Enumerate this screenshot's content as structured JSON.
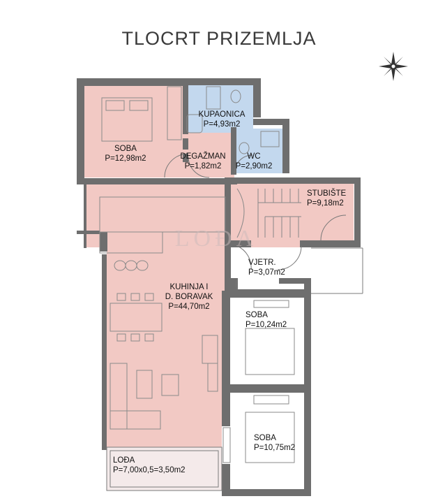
{
  "title": "TLOCRT PRIZEMLJA",
  "watermark": "LOĐA",
  "colors": {
    "wall": "#6e6e6e",
    "room_pink": "#f2c9c4",
    "bath_blue": "#c3d8ee",
    "outline": "#7a7a7a",
    "text": "#111111"
  },
  "rooms": {
    "soba1": {
      "name": "SOBA",
      "area": "P=12,98m2"
    },
    "kupaonica": {
      "name": "KUPAONICA",
      "area": "P=4,93m2"
    },
    "degazman": {
      "name": "DEGAŽMAN",
      "area": "P=1,82m2"
    },
    "wc": {
      "name": "WC",
      "area": "P=2,90m2"
    },
    "stubiste": {
      "name": "STUBIŠTE",
      "area": "P=9,18m2"
    },
    "vjetr": {
      "name": "VJETR.",
      "area": "P=3,07m2"
    },
    "kuhinja_line1": "KUHINJA I",
    "kuhinja_line2": "D. BORAVAK",
    "kuhinja_area": "P=44,70m2",
    "soba2": {
      "name": "SOBA",
      "area": "P=10,24m2"
    },
    "soba3": {
      "name": "SOBA",
      "area": "P=10,75m2"
    },
    "lodja": {
      "name": "LOĐA",
      "area": "P=7,00x0,5=3,50m2"
    }
  }
}
